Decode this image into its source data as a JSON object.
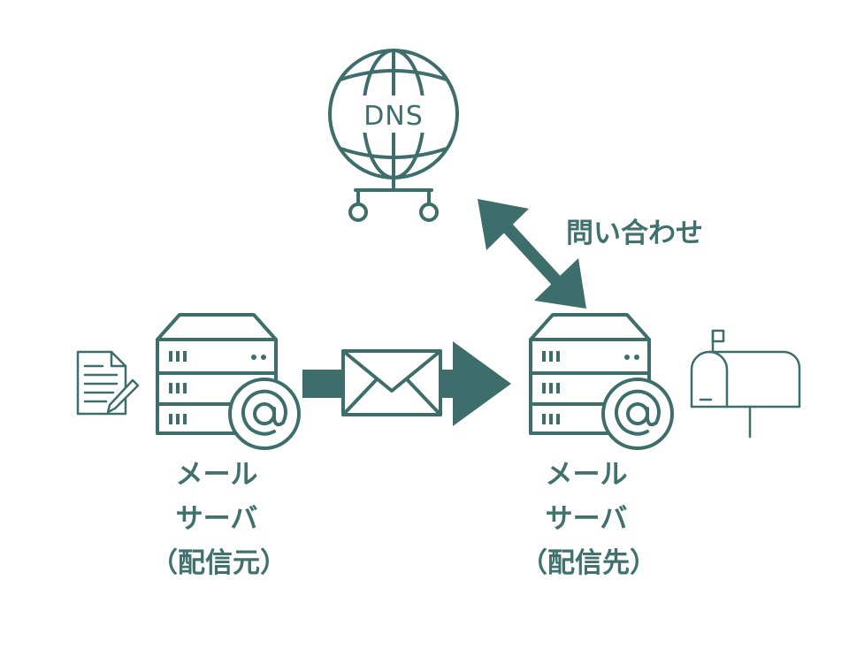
{
  "colors": {
    "primary": "#3e6e6b",
    "text": "#41716f",
    "background": "#ffffff"
  },
  "dns": {
    "label": "DNS",
    "icon": "dns-globe-icon"
  },
  "query_label": "問い合わせ",
  "source": {
    "icons": [
      "document-pen-icon",
      "mail-server-icon"
    ],
    "lines": [
      "メール",
      "サーバ",
      "（配信元）"
    ]
  },
  "destination": {
    "icons": [
      "mail-server-icon",
      "mailbox-icon"
    ],
    "lines": [
      "メール",
      "サーバ",
      "（配信先）"
    ]
  },
  "connectors": [
    "envelope-arrow-icon",
    "bidirectional-arrow-icon"
  ]
}
